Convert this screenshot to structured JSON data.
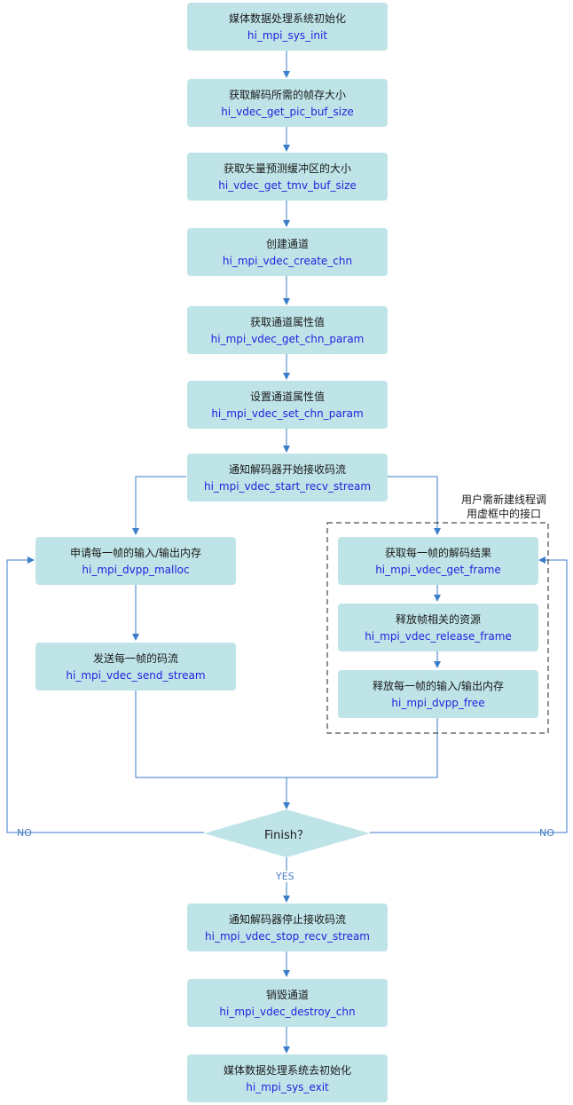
{
  "steps": {
    "sys_init": {
      "cn": "媒体数据处理系统初始化",
      "api": "hi_mpi_sys_init"
    },
    "get_pic_buf": {
      "cn": "获取解码所需的帧存大小",
      "api": "hi_vdec_get_pic_buf_size"
    },
    "get_tmv_buf": {
      "cn": "获取矢量预测缓冲区的大小",
      "api": "hi_vdec_get_tmv_buf_size"
    },
    "create_chn": {
      "cn": "创建通道",
      "api": "hi_mpi_vdec_create_chn"
    },
    "get_chn_param": {
      "cn": "获取通道属性值",
      "api": "hi_mpi_vdec_get_chn_param"
    },
    "set_chn_param": {
      "cn": "设置通道属性值",
      "api": "hi_mpi_vdec_set_chn_param"
    },
    "start_recv": {
      "cn": "通知解码器开始接收码流",
      "api": "hi_mpi_vdec_start_recv_stream"
    },
    "dvpp_malloc": {
      "cn": "申请每一帧的输入/输出内存",
      "api": "hi_mpi_dvpp_malloc"
    },
    "send_stream": {
      "cn": "发送每一帧的码流",
      "api": "hi_mpi_vdec_send_stream"
    },
    "get_frame": {
      "cn": "获取每一帧的解码结果",
      "api": "hi_mpi_vdec_get_frame"
    },
    "release_frame": {
      "cn": "释放帧相关的资源",
      "api": "hi_mpi_vdec_release_frame"
    },
    "dvpp_free": {
      "cn": "释放每一帧的输入/输出内存",
      "api": "hi_mpi_dvpp_free"
    },
    "stop_recv": {
      "cn": "通知解码器停止接收码流",
      "api": "hi_mpi_vdec_stop_recv_stream"
    },
    "destroy_chn": {
      "cn": "销毁通道",
      "api": "hi_mpi_vdec_destroy_chn"
    },
    "sys_exit": {
      "cn": "媒体数据处理系统去初始化",
      "api": "hi_mpi_sys_exit"
    }
  },
  "thread_note": {
    "line1": "用户需新建线程调",
    "line2": "用虚框中的接口"
  },
  "decision": {
    "text": "Finish？",
    "no_left": "NO",
    "no_right": "NO",
    "yes": "YES"
  },
  "colors": {
    "box_fill": "#bfe4e8",
    "arrow": "#3a7dc9",
    "api_text": "#2222dd"
  }
}
